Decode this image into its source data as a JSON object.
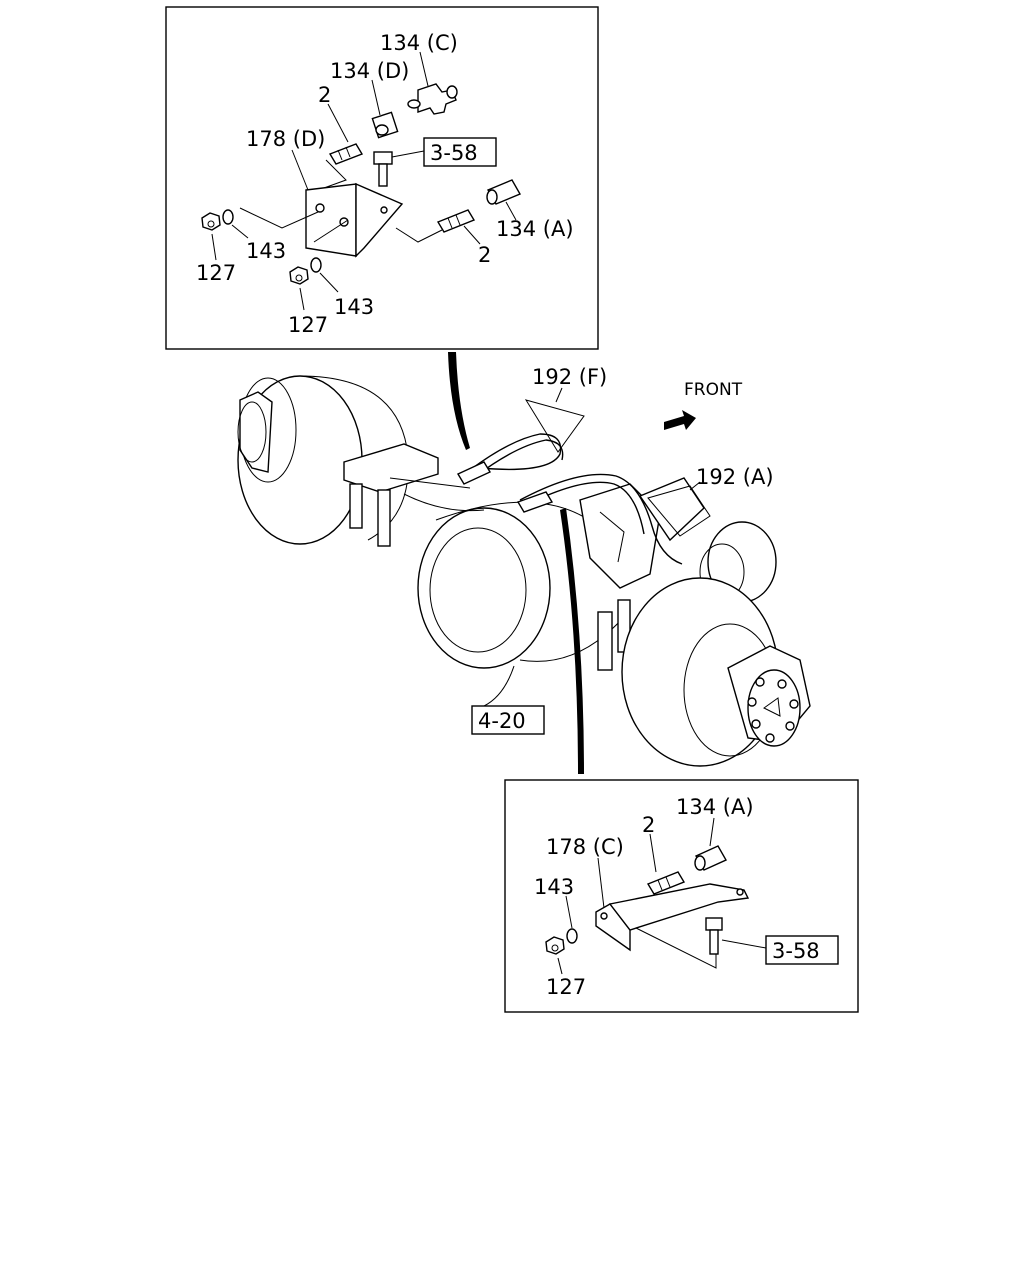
{
  "direction_label": "FRONT",
  "references": {
    "upper": "3-58",
    "axle": "4-20",
    "lower": "3-58"
  },
  "upper_detail": {
    "valve_top": "134 (C)",
    "nut_d": "134 (D)",
    "nipple_upper": "2",
    "bracket": "178 (D)",
    "nipple_lower": "2",
    "nut_a": "134 (A)",
    "washer_upper": "143",
    "nut_upper": "127",
    "washer_lower": "143",
    "nut_lower": "127"
  },
  "main_view": {
    "hose_front": "192 (F)",
    "hose_axle": "192 (A)"
  },
  "lower_detail": {
    "nut_a": "134 (A)",
    "nipple": "2",
    "bracket": "178 (C)",
    "washer": "143",
    "nut": "127"
  }
}
